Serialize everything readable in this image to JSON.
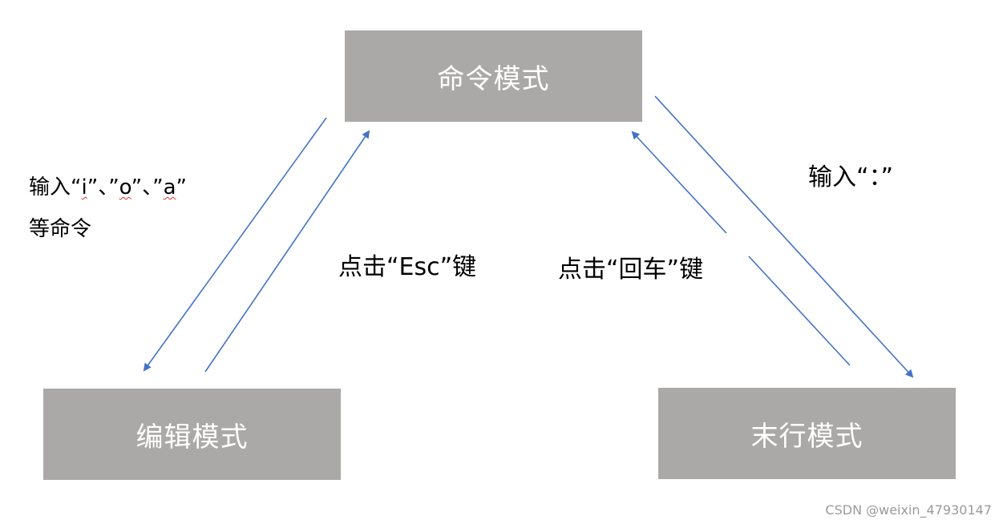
{
  "nodes": {
    "command_mode": "命令模式",
    "edit_mode": "编辑模式",
    "last_line_mode": "末行模式"
  },
  "edges": {
    "to_edit_prefix": "输入“",
    "to_edit_i": "i",
    "to_edit_sep1": "”、”",
    "to_edit_o": "o",
    "to_edit_sep2": "”、”",
    "to_edit_a": "a",
    "to_edit_suffix": "”",
    "to_edit_line2": "等命令",
    "esc_label": "点击“Esc”键",
    "enter_label": "点击“回车”键",
    "colon_label": "输入“：”"
  },
  "colors": {
    "box_fill": "#aba9a8",
    "arrow": "#4472c4"
  },
  "watermark": "CSDN @weixin_47930147"
}
